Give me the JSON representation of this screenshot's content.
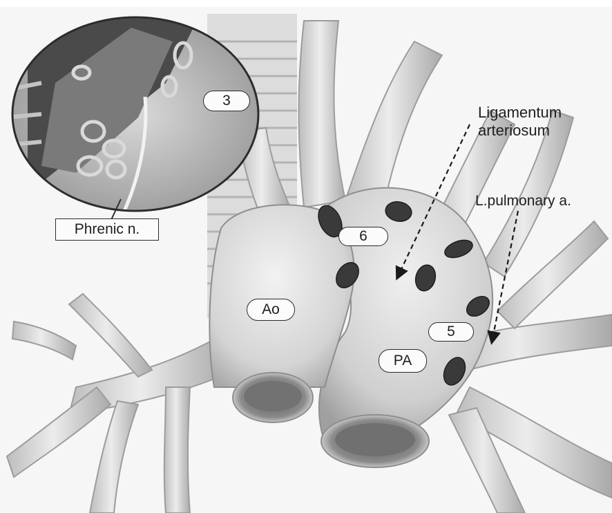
{
  "labels": {
    "ligamentum": "Ligamentum",
    "arteriosum": "arteriosum",
    "pulmonary": "L.pulmonary a.",
    "phrenic": "Phrenic n.",
    "aorta": "Ao",
    "pulmonary_artery": "PA",
    "node_3": "3",
    "node_5": "5",
    "node_6": "6"
  },
  "colors": {
    "vessel": "#d6d6d6",
    "vessel_shade": "#9a9a9a",
    "lymph_node": "#3c3c3c",
    "trachea": "#bdbdbd",
    "background": "#f4f4f4"
  }
}
